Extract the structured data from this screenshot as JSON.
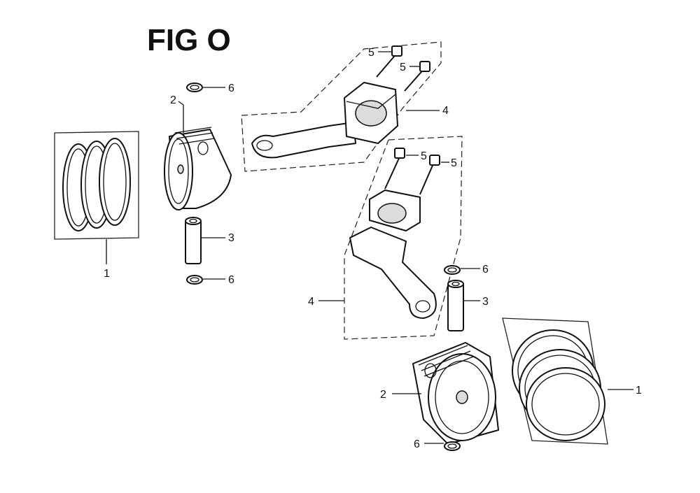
{
  "figure": {
    "title": "FIG O"
  },
  "callouts": {
    "piston_rings_left": "1",
    "piston_rings_right": "1",
    "piston_left": "2",
    "piston_right": "2",
    "pin_left": "3",
    "pin_right": "3",
    "rod_upper": "4",
    "rod_lower": "4",
    "bolt_upper_a": "5",
    "bolt_upper_b": "5",
    "bolt_lower_a": "5",
    "bolt_lower_b": "5",
    "clip_left_top": "6",
    "clip_left_bottom": "6",
    "clip_right_top": "6",
    "clip_right_bottom": "6"
  }
}
